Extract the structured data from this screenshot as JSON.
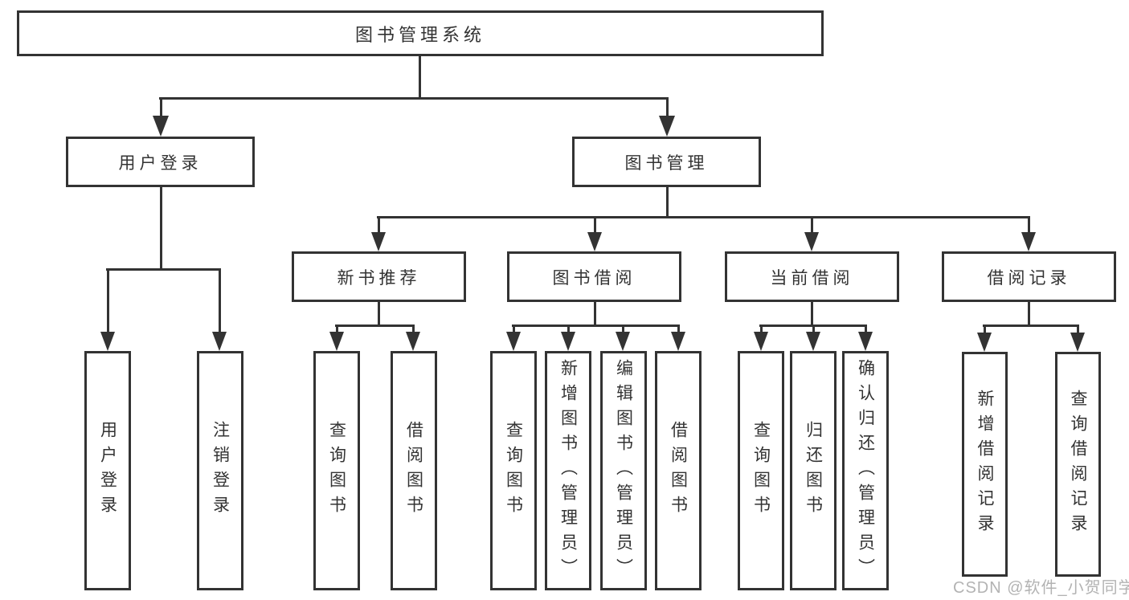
{
  "colors": {
    "line": "#333333",
    "text": "#333333",
    "boxBg": "#ffffff",
    "pageBg": "#ffffff",
    "watermark": "#ababab"
  },
  "watermark": "CSDN @软件_小贺同学",
  "nodes": {
    "root": {
      "label": "图书管理系统"
    },
    "userLogin": {
      "label": "用户登录",
      "children": [
        {
          "label": "用户登录"
        },
        {
          "label": "注销登录"
        }
      ]
    },
    "bookMgmt": {
      "label": "图书管理",
      "children": [
        {
          "label": "新书推荐",
          "children": [
            {
              "label": "查询图书"
            },
            {
              "label": "借阅图书"
            }
          ]
        },
        {
          "label": "图书借阅",
          "children": [
            {
              "label": "查询图书"
            },
            {
              "label": "新增图书（管理员）"
            },
            {
              "label": "编辑图书（管理员）"
            },
            {
              "label": "借阅图书"
            }
          ]
        },
        {
          "label": "当前借阅",
          "children": [
            {
              "label": "查询图书"
            },
            {
              "label": "归还图书"
            },
            {
              "label": "确认归还（管理员）"
            }
          ]
        },
        {
          "label": "借阅记录",
          "children": [
            {
              "label": "新增借阅记录"
            },
            {
              "label": "查询借阅记录"
            }
          ]
        }
      ]
    }
  }
}
